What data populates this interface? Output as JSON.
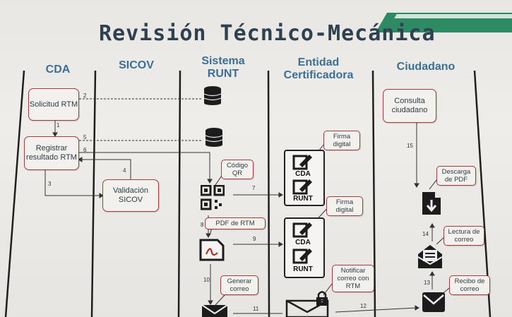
{
  "title": "Revisión Técnico-Mecánica",
  "lanes": {
    "cda": "CDA",
    "sicov": "SICOV",
    "runt_1": "Sistema",
    "runt_2": "RUNT",
    "ec_1": "Entidad",
    "ec_2": "Certificadora",
    "ciudadano": "Ciudadano"
  },
  "boxes": {
    "solicitud": "Solicitud RTM",
    "registrar": "Registrar resultado RTM",
    "validacion": "Validación SICOV",
    "consulta": "Consulta ciudadano"
  },
  "callouts": {
    "codigo_qr": "Código QR",
    "pdf_rtm": "PDF de RTM",
    "generar_correo": "Generar correo",
    "firma_digital_1": "Firma digital",
    "firma_digital_2": "Firma digital",
    "notificar": "Notificar correo con RTM",
    "descarga_pdf": "Descarga de PDF",
    "lectura_correo": "Lectura de correo",
    "recibo_correo": "Recibo de correo"
  },
  "cert_labels": {
    "cda_1": "CDA",
    "runt_1": "RUNT",
    "cda_2": "CDA",
    "runt_2": "RUNT"
  },
  "steps": [
    "1",
    "2",
    "3",
    "4",
    "5",
    "6",
    "7",
    "8",
    "9",
    "10",
    "11",
    "12",
    "13",
    "14",
    "15"
  ],
  "colors": {
    "title": "#2f4150",
    "lane": "#3b6f95",
    "box_border": "#a83a3a",
    "accent": "#2e8a63"
  },
  "icons": [
    "database-icon",
    "qr-code-icon",
    "pdf-document-icon",
    "envelope-icon",
    "certificate-edit-icon",
    "download-file-icon",
    "open-mail-icon",
    "lock-icon"
  ]
}
